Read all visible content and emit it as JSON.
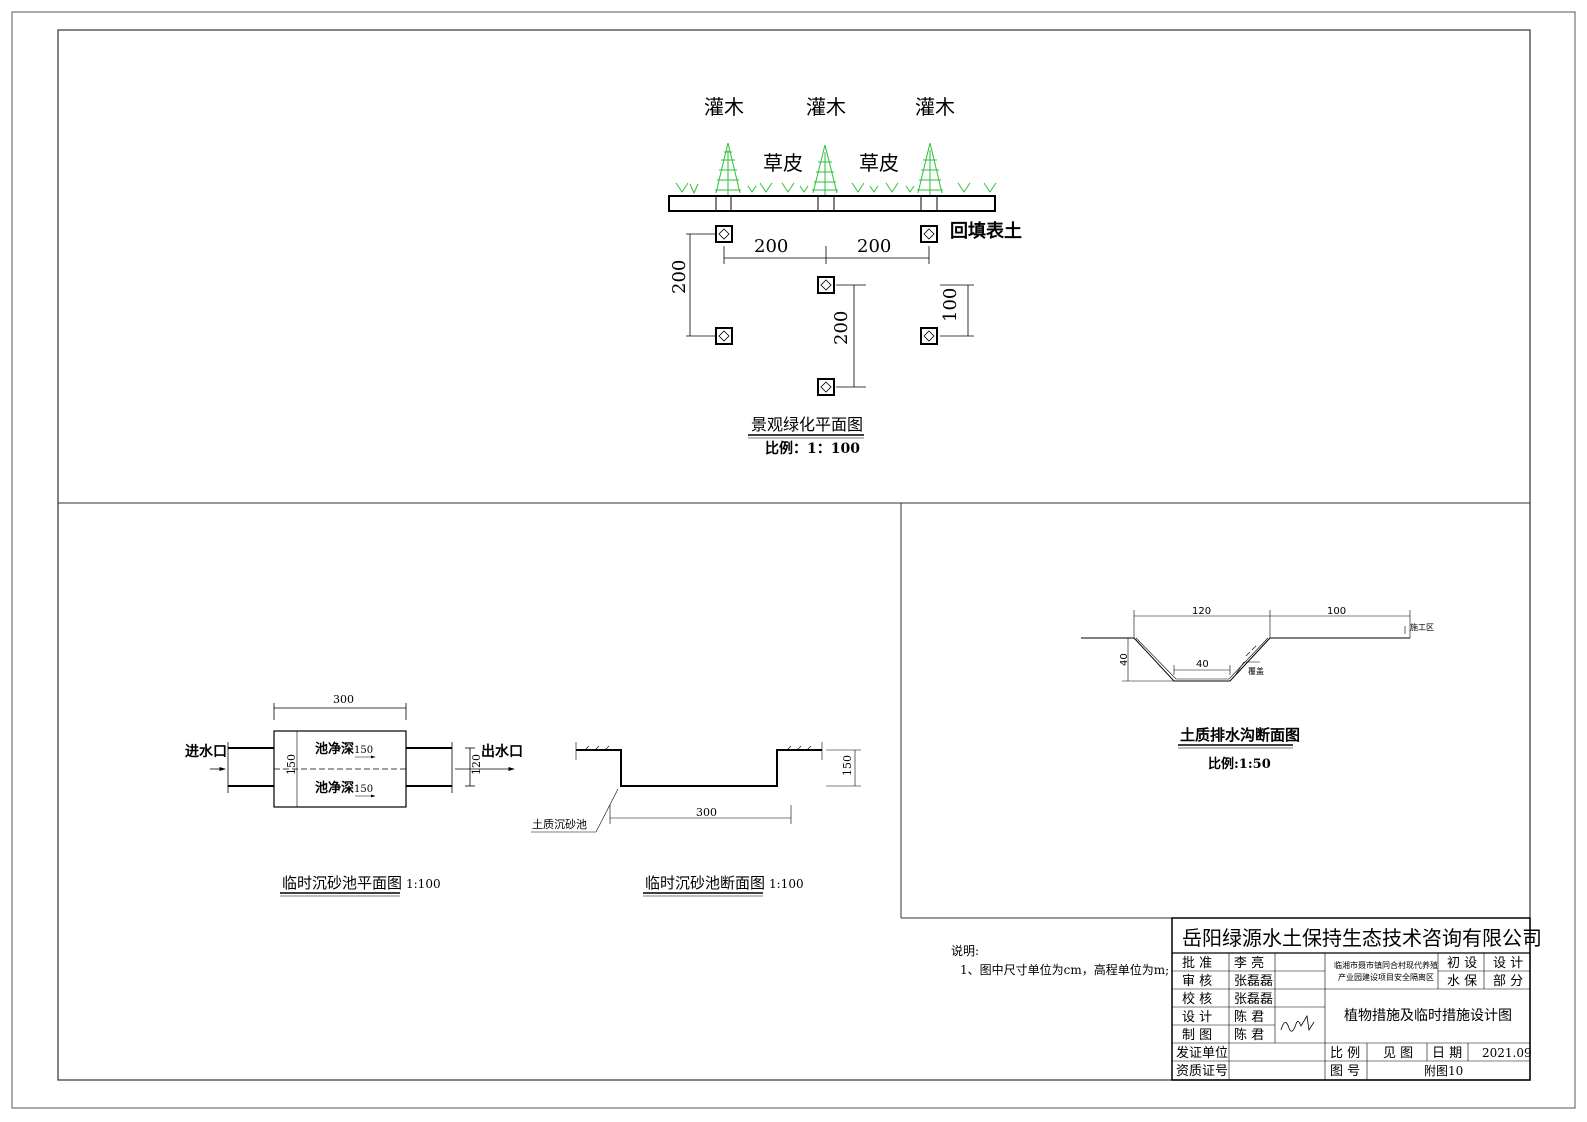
{
  "landscape": {
    "shrub_labels": [
      "灌木",
      "灌木",
      "灌木"
    ],
    "lawn_labels": [
      "草皮",
      "草皮"
    ],
    "backfill_label": "回填表土",
    "dim_h1": "200",
    "dim_h2": "200",
    "dim_v_left": "200",
    "dim_v_mid": "200",
    "dim_v_right": "100",
    "title": "景观绿化平面图",
    "scale": "比例：1：100"
  },
  "pond_plan": {
    "inlet": "进水口",
    "outlet": "出水口",
    "width": "300",
    "height": "150",
    "pipe_gap": "120",
    "pool_label_1": "池净深",
    "pool_depth_1": "150",
    "pool_label_2": "池净深",
    "pool_depth_2": "150",
    "title": "临时沉砂池平面图",
    "scale": "1:100"
  },
  "pond_section": {
    "width": "300",
    "depth": "150",
    "label": "土质沉砂池",
    "title": "临时沉砂池断面图",
    "scale": "1:100"
  },
  "ditch": {
    "top_width": "120",
    "side_width": "100",
    "depth": "40",
    "bottom_width": "40",
    "cover_label": "覆盖",
    "area_label": "施工区",
    "title": "土质排水沟断面图",
    "scale": "比例:1:50"
  },
  "notes": {
    "heading": "说明:",
    "line1": "1、图中尺寸单位为cm，高程单位为m;"
  },
  "title_block": {
    "company": "岳阳绿源水土保持生态技术咨询有限公司",
    "roles": [
      {
        "role": "批  准",
        "name": "李  亮"
      },
      {
        "role": "审  核",
        "name": "张磊磊"
      },
      {
        "role": "校  核",
        "name": "张磊磊"
      },
      {
        "role": "设  计",
        "name": "陈  君"
      },
      {
        "role": "制  图",
        "name": "陈  君"
      }
    ],
    "issuer_label": "发证单位",
    "cert_label": "资质证号",
    "project_line1": "临湘市聂市镇同合村现代养殖",
    "project_line2": "产业园建设项目安全隔离区",
    "stage_1": "初 设",
    "stage_2": "设 计",
    "stage_3": "水 保",
    "stage_4": "部 分",
    "drawing_title": "植物措施及临时措施设计图",
    "scale_label": "比 例",
    "scale_value": "见 图",
    "date_label": "日 期",
    "date_value": "2021.09",
    "drawing_no_label": "图 号",
    "drawing_no_value": "附图10"
  },
  "colors": {
    "line": "#000000",
    "plant": "#2fbf3a",
    "frame": "#444444"
  }
}
